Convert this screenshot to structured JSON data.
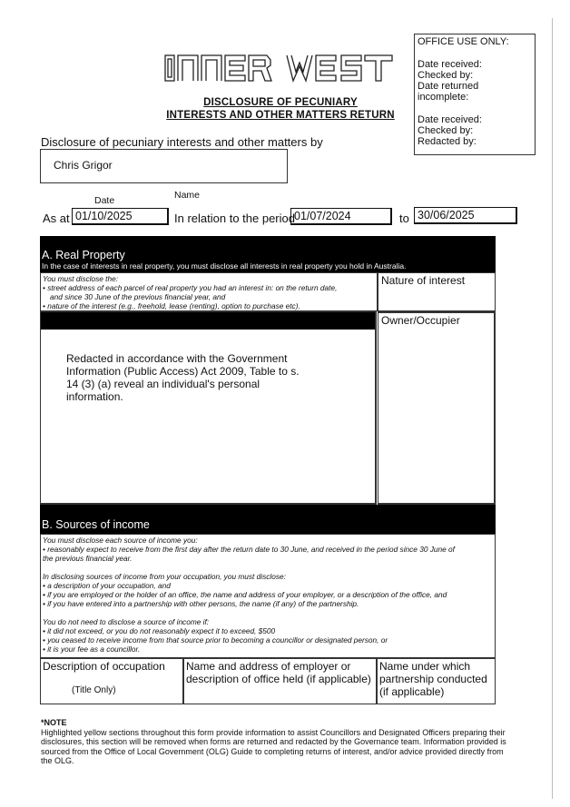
{
  "header": {
    "logo_alt": "INNER WEST",
    "title_line1": "DISCLOSURE OF PECUNIARY",
    "title_line2": "INTERESTS AND OTHER MATTERS RETURN"
  },
  "office": {
    "title": "OFFICE USE ONLY:",
    "lines1": [
      "Date received:",
      "Checked by:",
      "Date returned incomplete:"
    ],
    "lines2": [
      "Date received:",
      "Checked by:",
      "Redacted by:"
    ]
  },
  "subtitle": "Disclosure of pecuniary interests and other matters by",
  "name_value": "Chris Grigor",
  "labels": {
    "date": "Date",
    "name": "Name",
    "as_at": "As at",
    "period": "In relation to the period",
    "to": "to"
  },
  "values": {
    "as_at": "01/10/2025",
    "period_from": "01/07/2024",
    "period_to": "30/06/2025"
  },
  "sectionA": {
    "heading": "A. Real Property",
    "subheading": "In the case of interests in real property, you must disclose all interests in real property you hold in Australia.",
    "instr0": "You must disclose the:",
    "instr1": "• street address of each parcel of real property you had an interest in: on the return date,",
    "instr2": "  and since 30 June of the previous financial year, and",
    "instr3": "• nature of the interest (e.g., freehold, lease (renting), option to purchase etc).",
    "col_nature": "Nature of interest",
    "nature_value": "Owner/Occupier",
    "redaction": "Redacted in accordance with the Government Information (Public Access) Act 2009, Table to s. 14 (3) (a) reveal an individual's personal information."
  },
  "sectionB": {
    "heading": "B. Sources of income",
    "instr": [
      "You must disclose each source of income you:",
      "• reasonably expect to receive from the first day after the return date to 30 June, and received in the period since 30 June of",
      "the previous financial year.",
      "",
      "In disclosing sources of income from your occupation, you must disclose:",
      " • a description of your occupation, and",
      " • if you are employed or the holder of an office, the name and address of your employer, or a description of the office, and",
      " • if you have entered into a partnership with other persons, the name (if any) of the partnership.",
      "",
      "You do not need to disclose a source of income if:",
      "• it did not exceed, or you do not reasonably expect it to exceed, $500",
      "• you ceased to receive income from that source prior to becoming a councillor or designated person, or",
      "• it is your fee as a councillor."
    ],
    "col1": "Description of occupation",
    "col1_value": "(Title Only)",
    "col2": "Name and address of employer or description of office held (if applicable)",
    "col3": "Name under which partnership conducted (if applicable)"
  },
  "note": {
    "label": "*NOTE",
    "text": "Highlighted yellow sections throughout this form provide information to assist Councillors and Designated Officers preparing their disclosures, this section will be removed when forms are returned and redacted by the Governance team. Information provided is sourced from the Office of Local Government (OLG) Guide to completing returns of interest, and/or advice provided directly from the OLG."
  }
}
